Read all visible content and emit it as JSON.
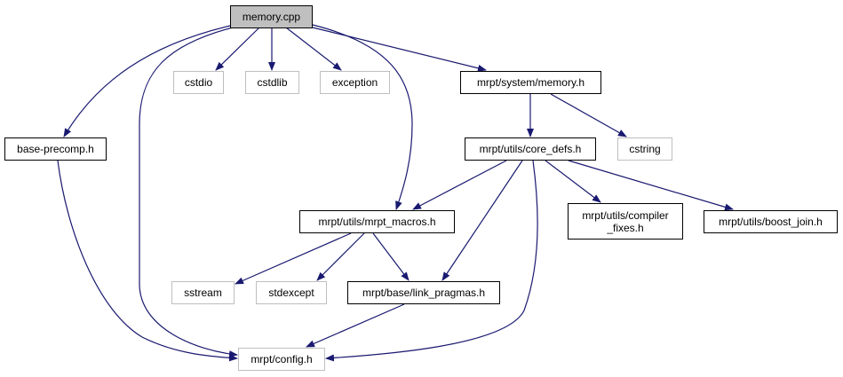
{
  "graph": {
    "nodes": {
      "memory_cpp": "memory.cpp",
      "cstdio": "cstdio",
      "cstdlib": "cstdlib",
      "exception": "exception",
      "system_memory": "mrpt/system/memory.h",
      "base_precomp": "base-precomp.h",
      "core_defs": "mrpt/utils/core_defs.h",
      "cstring": "cstring",
      "mrpt_macros": "mrpt/utils/mrpt_macros.h",
      "compiler_fixes": "mrpt/utils/compiler\n_fixes.h",
      "boost_join": "mrpt/utils/boost_join.h",
      "sstream": "sstream",
      "stdexcept": "stdexcept",
      "link_pragmas": "mrpt/base/link_pragmas.h",
      "config": "mrpt/config.h"
    },
    "edge_color": "#191970"
  }
}
